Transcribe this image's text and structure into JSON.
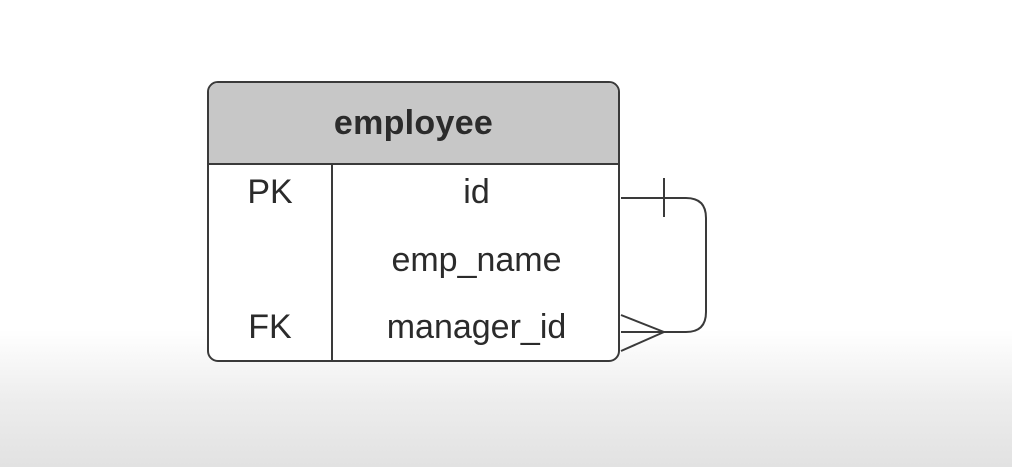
{
  "entity": {
    "title": "employee",
    "rows": [
      {
        "key": "PK",
        "field": "id"
      },
      {
        "key": "",
        "field": "emp_name"
      },
      {
        "key": "FK",
        "field": "manager_id"
      }
    ]
  },
  "relationship": {
    "from_field": "id",
    "from_notation": "one",
    "to_field": "manager_id",
    "to_notation": "many"
  },
  "colors": {
    "header_fill": "#c7c7c7",
    "line": "#3a3a3a",
    "text": "#2b2b2b"
  }
}
